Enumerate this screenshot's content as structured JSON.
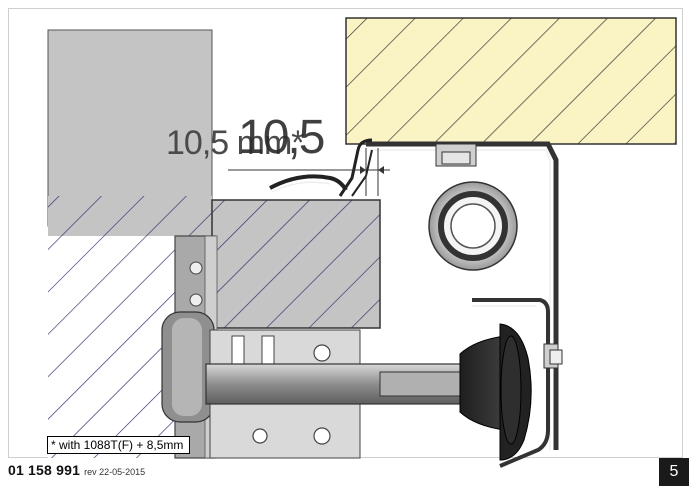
{
  "dimension": {
    "label_small": "10,5 mm*",
    "label_large": "10,5"
  },
  "note": "* with 1088T(F) + 8,5mm",
  "footer": {
    "document_number": "01 158 991",
    "revision": "rev 22-05-2015",
    "page_number": "5"
  },
  "colors": {
    "wall_hatch_fill": "#faf3c3",
    "profile_gray": "#c4c4c4",
    "metal_dark": "#8a8a8a"
  }
}
